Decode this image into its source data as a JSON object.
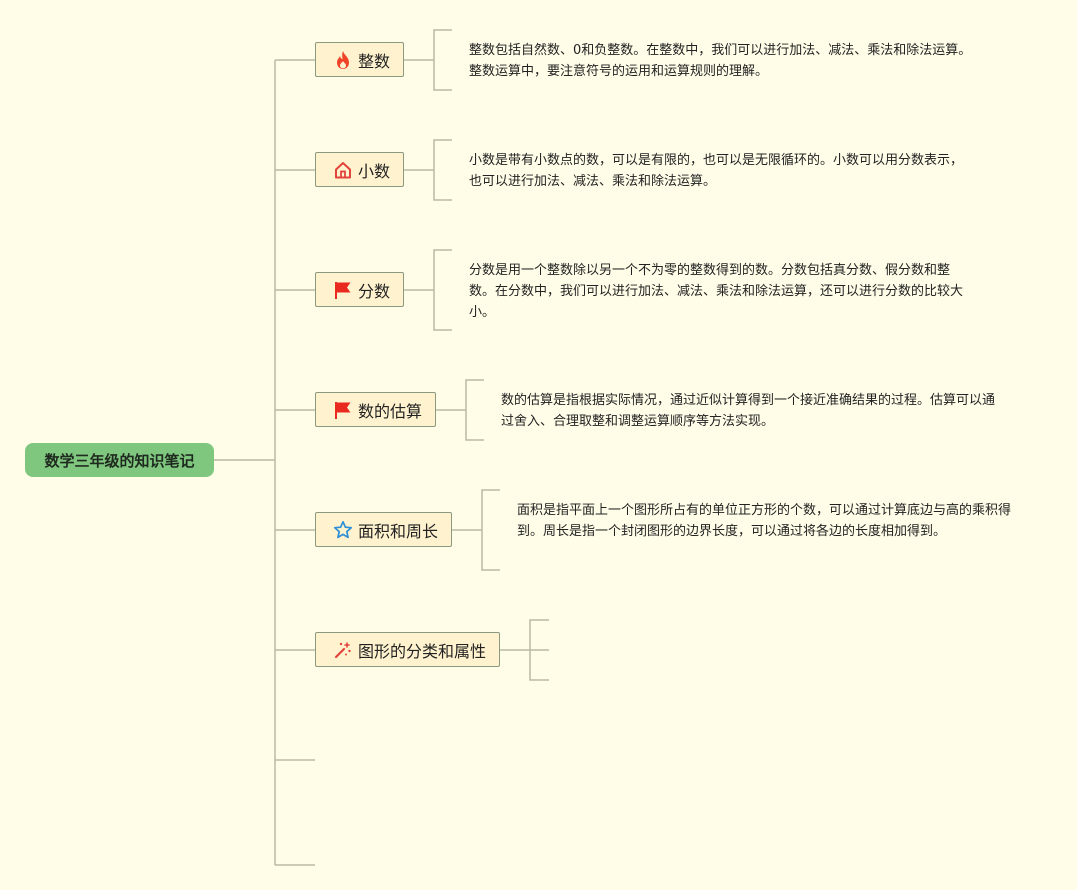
{
  "colors": {
    "background": "#fffde8",
    "root_fill": "#7fc77f",
    "topic_fill": "#fff3cf",
    "topic_border": "#8a9a80",
    "connector": "#b9b9a4"
  },
  "root": {
    "label": "数学三年级的知识笔记"
  },
  "topics": [
    {
      "label": "整数",
      "icon": "fire-icon",
      "note": "整数包括自然数、0和负整数。在整数中，我们可以进行加法、减法、乘法和除法运算。整数运算中，要注意符号的运用和运算规则的理解。"
    },
    {
      "label": "小数",
      "icon": "home-icon",
      "note": "小数是带有小数点的数，可以是有限的，也可以是无限循环的。小数可以用分数表示，也可以进行加法、减法、乘法和除法运算。"
    },
    {
      "label": "分数",
      "icon": "red-flag-icon",
      "note": "分数是用一个整数除以另一个不为零的整数得到的数。分数包括真分数、假分数和整数。在分数中，我们可以进行加法、减法、乘法和除法运算，还可以进行分数的比较大小。"
    },
    {
      "label": "数的估算",
      "icon": "red-flag-icon",
      "note": "数的估算是指根据实际情况，通过近似计算得到一个接近准确结果的过程。估算可以通过舍入、合理取整和调整运算顺序等方法实现。"
    },
    {
      "label": "面积和周长",
      "icon": "star-outline-icon",
      "note": "面积是指平面上一个图形所占有的单位正方形的个数，可以通过计算底边与高的乘积得到。周长是指一个封闭图形的边界长度，可以通过将各边的长度相加得到。"
    },
    {
      "label": "图形的分类和属性",
      "icon": "magic-wand-icon",
      "note": ""
    }
  ]
}
